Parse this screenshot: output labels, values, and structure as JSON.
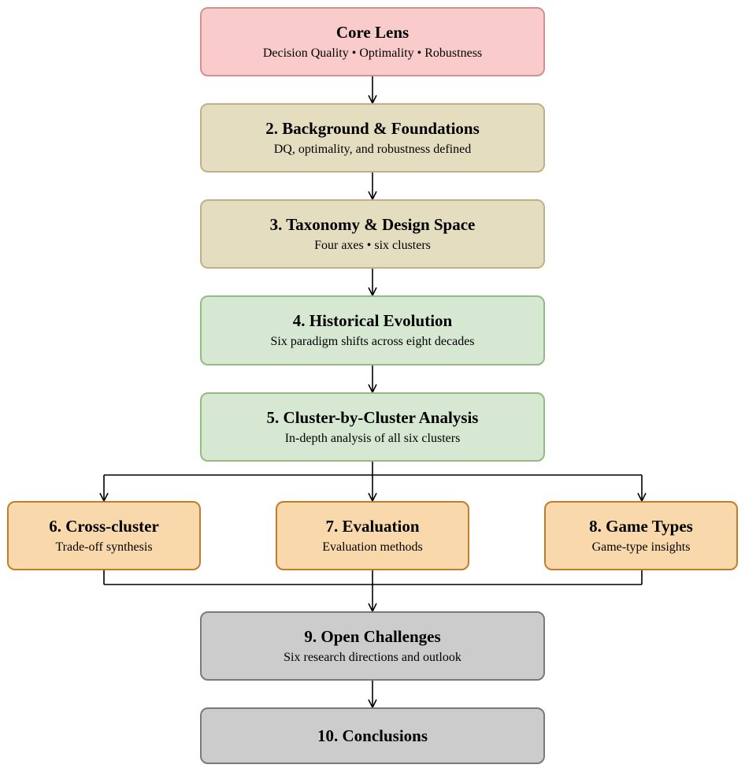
{
  "nodes": {
    "core": {
      "title": "Core Lens",
      "subtitle": "Decision Quality • Optimality • Robustness",
      "fill": "#f9cccb",
      "stroke": "#d48f8e"
    },
    "background": {
      "title": "2. Background & Foundations",
      "subtitle": "DQ, optimality, and robustness defined",
      "fill": "#e4ddc0",
      "stroke": "#bdb187"
    },
    "taxonomy": {
      "title": "3. Taxonomy & Design Space",
      "subtitle": "Four axes • six clusters",
      "fill": "#e4ddc0",
      "stroke": "#bdb187"
    },
    "historical": {
      "title": "4. Historical Evolution",
      "subtitle": "Six paradigm shifts across eight decades",
      "fill": "#d6e7d2",
      "stroke": "#93bc83"
    },
    "cluster": {
      "title": "5. Cluster-by-Cluster Analysis",
      "subtitle": "In-depth analysis of all six clusters",
      "fill": "#d6e7d2",
      "stroke": "#93bc83"
    },
    "cross": {
      "title": "6. Cross-cluster",
      "subtitle": "Trade-off synthesis",
      "fill": "#f9d8ab",
      "stroke": "#c27d2b"
    },
    "evaluation": {
      "title": "7. Evaluation",
      "subtitle": "Evaluation methods",
      "fill": "#f9d8ab",
      "stroke": "#c27d2b"
    },
    "games": {
      "title": "8. Game Types",
      "subtitle": "Game-type insights",
      "fill": "#f9d8ab",
      "stroke": "#c27d2b"
    },
    "open": {
      "title": "9. Open Challenges",
      "subtitle": "Six research directions and outlook",
      "fill": "#cccccc",
      "stroke": "#7a7a7a"
    },
    "conclusions": {
      "title": "10. Conclusions",
      "fill": "#cccccc",
      "stroke": "#7a7a7a"
    }
  },
  "edges": [
    [
      "core",
      "background"
    ],
    [
      "background",
      "taxonomy"
    ],
    [
      "taxonomy",
      "historical"
    ],
    [
      "historical",
      "cluster"
    ],
    [
      "cluster",
      "cross"
    ],
    [
      "cluster",
      "evaluation"
    ],
    [
      "cluster",
      "games"
    ],
    [
      "cross",
      "open"
    ],
    [
      "evaluation",
      "open"
    ],
    [
      "games",
      "open"
    ],
    [
      "open",
      "conclusions"
    ]
  ]
}
